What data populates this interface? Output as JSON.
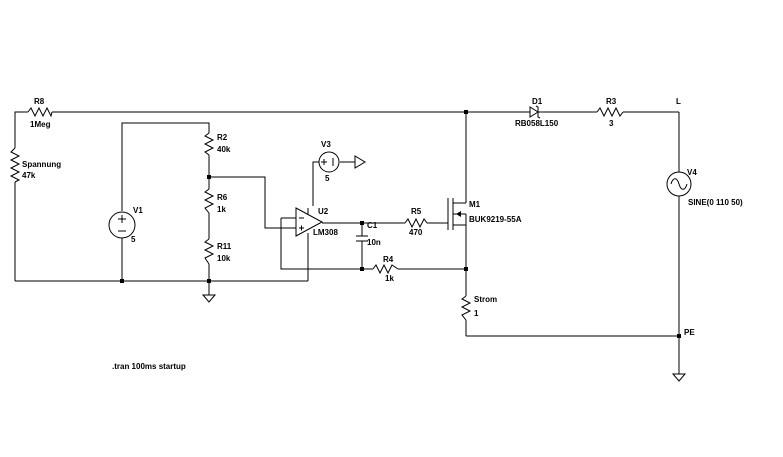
{
  "components": {
    "r8": {
      "ref": "R8",
      "value": "1Meg"
    },
    "spannung": {
      "ref": "Spannung",
      "value": "47k"
    },
    "v1": {
      "ref": "V1",
      "value": "5"
    },
    "r2": {
      "ref": "R2",
      "value": "40k"
    },
    "r6": {
      "ref": "R6",
      "value": "1k"
    },
    "r11": {
      "ref": "R11",
      "value": "10k"
    },
    "v3": {
      "ref": "V3",
      "value": "5"
    },
    "u2": {
      "ref": "U2",
      "value": "LM308"
    },
    "c1": {
      "ref": "C1",
      "value": "10n"
    },
    "r5": {
      "ref": "R5",
      "value": "470"
    },
    "r4": {
      "ref": "R4",
      "value": "1k"
    },
    "m1": {
      "ref": "M1",
      "value": "BUK9219-55A"
    },
    "strom": {
      "ref": "Strom",
      "value": "1"
    },
    "d1": {
      "ref": "D1",
      "value": "RB058L150"
    },
    "r3": {
      "ref": "R3",
      "value": "3"
    },
    "v4": {
      "ref": "V4",
      "value": "SINE(0 110 50)"
    }
  },
  "nets": {
    "l": "L",
    "pe": "PE"
  },
  "directive": ".tran 100ms startup"
}
